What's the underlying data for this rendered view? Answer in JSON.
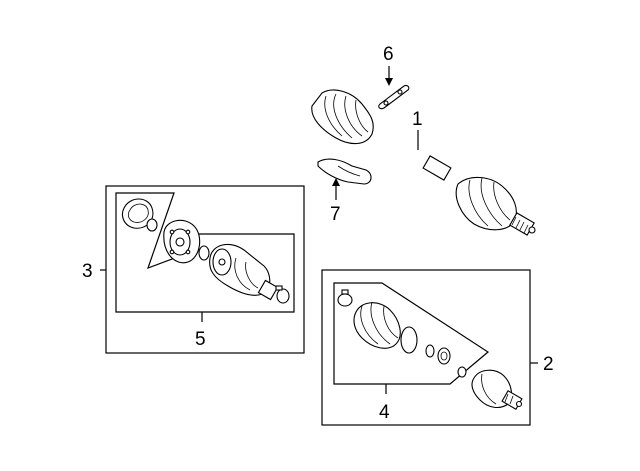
{
  "callouts": {
    "c1": "1",
    "c2": "2",
    "c3": "3",
    "c4": "4",
    "c5": "5",
    "c6": "6",
    "c7": "7"
  },
  "colors": {
    "stroke": "#000000",
    "background": "#ffffff"
  }
}
